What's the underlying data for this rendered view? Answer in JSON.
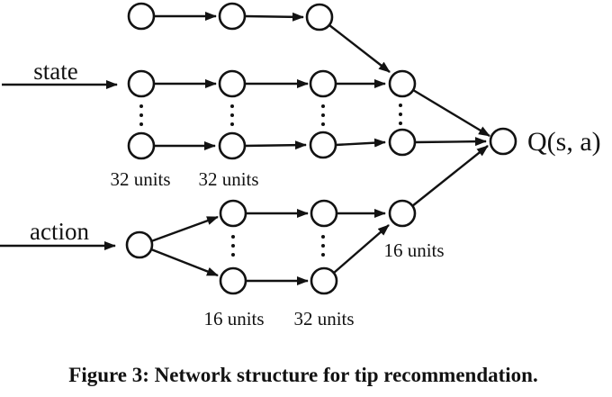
{
  "figure": {
    "caption": "Figure 3: Network structure for tip recommendation.",
    "inputs": {
      "state": "state",
      "action": "action"
    },
    "output_label": "Q(s, a)",
    "layer_labels": {
      "state_layer1": "32 units",
      "state_layer2": "32 units",
      "action_layer1": "16 units",
      "action_layer2": "32 units",
      "merge_layer": "16 units"
    },
    "colors": {
      "ink": "#121212",
      "background": "#ffffff"
    }
  }
}
